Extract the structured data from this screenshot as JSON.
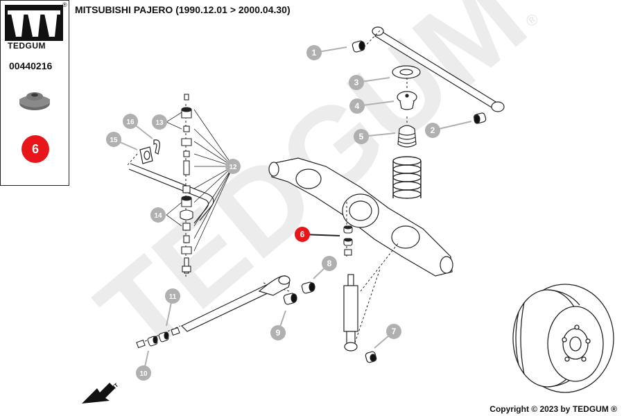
{
  "brand": {
    "name": "TEDGUM",
    "registered": "®"
  },
  "part": {
    "number": "00440216",
    "highlight_index": "6"
  },
  "title": "MITSUBISHI PAJERO (1990.12.01 > 2000.04.30)",
  "watermark": "TEDGUM",
  "watermark_reg": "®",
  "front_label": "FRONT",
  "copyright": "Copyright © 2023 by TEDGUM ®",
  "callouts": [
    "1",
    "2",
    "3",
    "4",
    "5",
    "6",
    "7",
    "8",
    "9",
    "10",
    "11",
    "12",
    "13",
    "14",
    "15",
    "16"
  ],
  "colors": {
    "accent": "#e8151b",
    "callout_gray": "#b0b0b0",
    "line": "#222222",
    "watermark": "#eeeeee"
  }
}
